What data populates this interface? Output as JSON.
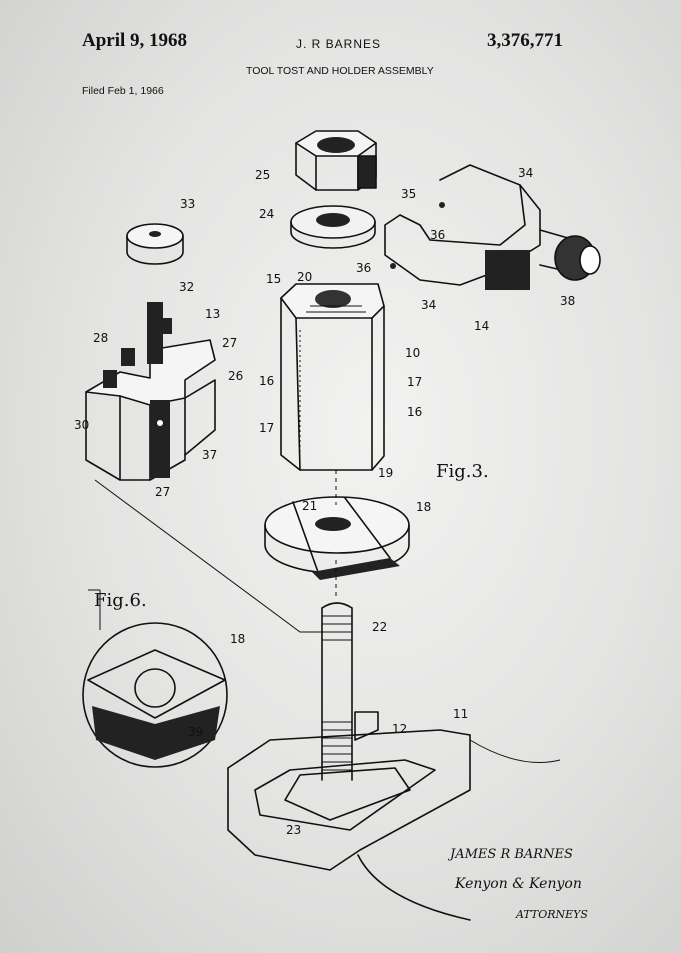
{
  "header": {
    "date": "April 9, 1968",
    "inventor": "J. R BARNES",
    "patent_number": "3,376,771",
    "title": "TOOL TOST AND HOLDER ASSEMBLY",
    "filed": "Filed Feb 1, 1966"
  },
  "figures": {
    "fig3": "Fig.3.",
    "fig6": "Fig.6."
  },
  "labels": [
    "25",
    "24",
    "33",
    "35",
    "34",
    "36",
    "36",
    "38",
    "34",
    "14",
    "32",
    "13",
    "27",
    "15",
    "20",
    "28",
    "26",
    "10",
    "16",
    "17",
    "30",
    "16",
    "17",
    "37",
    "27",
    "19",
    "18",
    "21",
    "22",
    "18",
    "39",
    "11",
    "12",
    "23"
  ],
  "signature": {
    "name": "JAMES R BARNES",
    "attorney_signature": "Kenyon & Kenyon",
    "attorneys": "ATTORNEYS"
  }
}
